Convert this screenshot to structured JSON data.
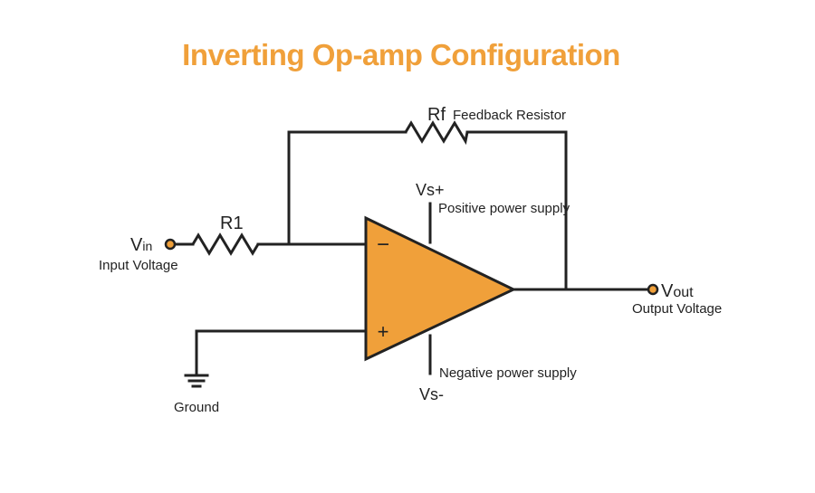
{
  "title": "Inverting Op-amp Configuration",
  "colors": {
    "accent": "#f0a03a",
    "line": "#222222",
    "background": "#ffffff"
  },
  "labels": {
    "rf": "Rf",
    "feedback": "Feedback Resistor",
    "r1": "R1",
    "vin_main": "V",
    "vin_sub": "in",
    "input_voltage": "Input Voltage",
    "vs_plus": "Vs+",
    "positive_supply": "Positive power supply",
    "negative_supply": "Negative power supply",
    "vs_minus": "Vs-",
    "vout_main": "V",
    "vout_sub": "out",
    "output_voltage": "Output Voltage",
    "ground": "Ground",
    "minus_sign": "−",
    "plus_sign": "+"
  }
}
